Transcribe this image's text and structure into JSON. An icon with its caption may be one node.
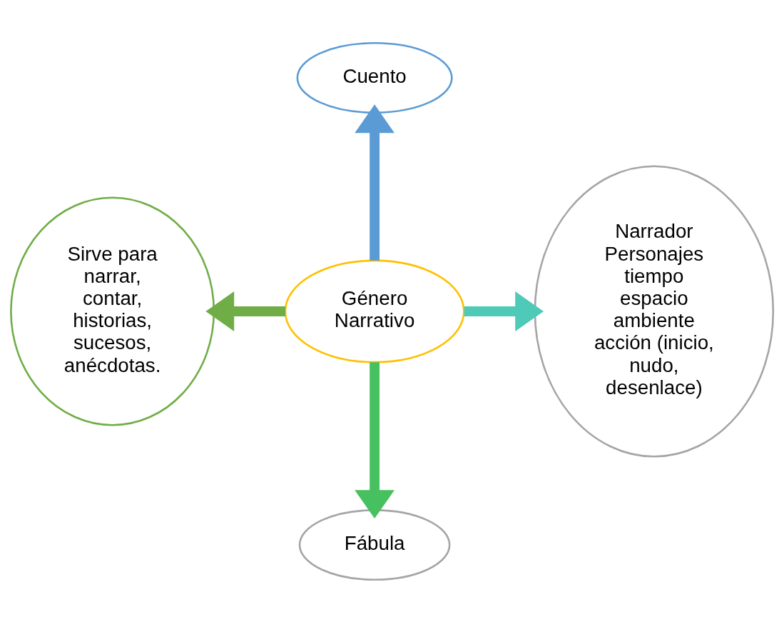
{
  "diagram": {
    "nodes": [
      {
        "text": [
          "Género Narrativo"
        ]
      },
      {
        "text": [
          "Cuento"
        ]
      },
      {
        "text": [
          "Sirve para narrar, contar, historias, sucesos, anécdotas."
        ]
      },
      {
        "text": [
          "Narrador",
          "Personajes",
          "tiempo",
          "espacio",
          "ambiente",
          "acción (inicio, nudo, desenlace)"
        ]
      },
      {
        "text": [
          "Fábula"
        ]
      }
    ],
    "edges": [
      {
        "from": 0,
        "to": 1,
        "arrow": "to",
        "color": "#5b9bd5"
      },
      {
        "from": 0,
        "to": 2,
        "arrow": "to",
        "color": "#70ad47"
      },
      {
        "from": 0,
        "to": 3,
        "arrow": "to",
        "color": "#4fc9b8"
      },
      {
        "from": 0,
        "to": 4,
        "arrow": "to",
        "color": "#47c060"
      }
    ]
  }
}
